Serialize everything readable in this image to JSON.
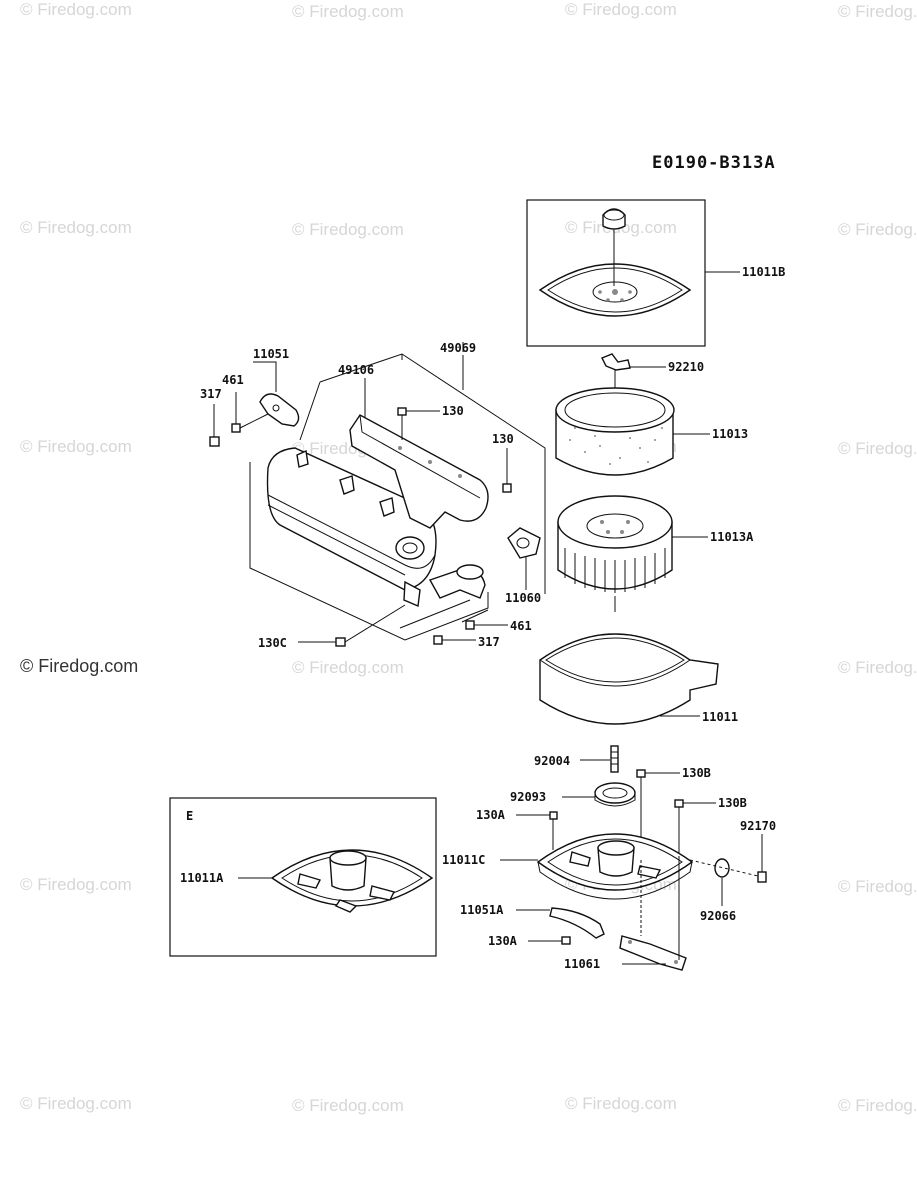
{
  "watermark": "© Firedog.com",
  "diagram_code": "E0190-B313A",
  "inset_label": "E",
  "parts": {
    "p11011B": "11011B",
    "p92210": "92210",
    "p11013": "11013",
    "p11013A": "11013A",
    "p11011": "11011",
    "p92004": "92004",
    "p130B_1": "130B",
    "p92093": "92093",
    "p130B_2": "130B",
    "p130A_1": "130A",
    "p92170": "92170",
    "p11011C": "11011C",
    "p92066": "92066",
    "p11051A": "11051A",
    "p130A_2": "130A",
    "p11061": "11061",
    "p11011A": "11011A",
    "p49069": "49069",
    "p11051": "11051",
    "p49106": "49106",
    "p461_1": "461",
    "p317_1": "317",
    "p130_1": "130",
    "p130_2": "130",
    "p11060": "11060",
    "p461_2": "461",
    "p317_2": "317",
    "p130C": "130C"
  }
}
